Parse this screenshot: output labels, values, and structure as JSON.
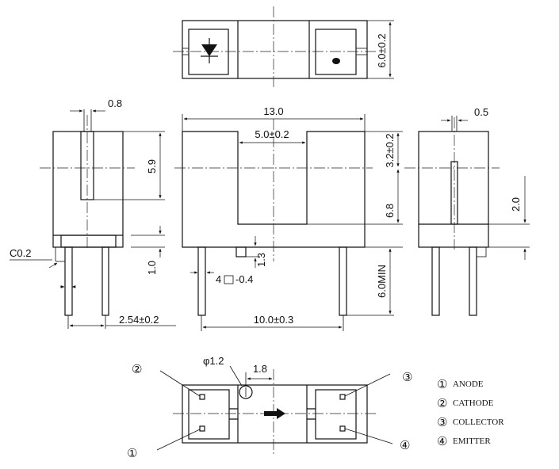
{
  "dimensions": {
    "top_height": "6.0±0.2",
    "pin_width": "0.8",
    "body_width": "13.0",
    "slot_width": "5.0±0.2",
    "left_height": "5.9",
    "slot_bottom": "3.2±0.2",
    "slot_depth": "6.8",
    "right_pin": "0.5",
    "right_height": "2.0",
    "chamfer": "C0.2",
    "standoff": "1.0",
    "boss": "1.3",
    "pin_square": "4",
    "pin_square_val": "-0.4",
    "lead_length": "6.0MIN",
    "pitch_small": "2.54±0.2",
    "pitch_large": "10.0±0.3",
    "hole_dia": "φ1.2",
    "hole_offset": "1.8"
  },
  "pins": [
    {
      "number": "①",
      "name": "ANODE"
    },
    {
      "number": "②",
      "name": "CATHODE"
    },
    {
      "number": "③",
      "name": "COLLECTOR"
    },
    {
      "number": "④",
      "name": "EMITTER"
    }
  ],
  "pin_callouts": {
    "p1": "①",
    "p2": "②",
    "p3": "③",
    "p4": "④"
  }
}
